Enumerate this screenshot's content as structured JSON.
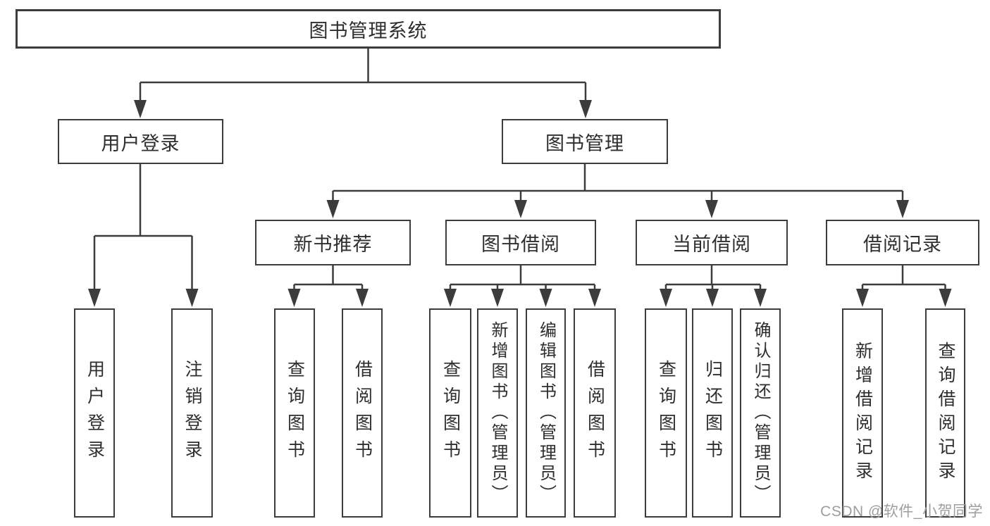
{
  "diagram": {
    "type": "hierarchy-tree",
    "title": "图书管理系统"
  },
  "colors": {
    "line": "#3c3c3c",
    "box_border": "#3c3c3c",
    "text": "#2e2e2e",
    "watermark": "#9e9e9e",
    "background": "#ffffff"
  },
  "nodes": {
    "root": {
      "label": "图书管理系统"
    },
    "level2": {
      "user_login": {
        "label": "用户登录",
        "parent": "root"
      },
      "book_management": {
        "label": "图书管理",
        "parent": "root"
      }
    },
    "level3": {
      "new_book_recommend": {
        "label": "新书推荐",
        "parent": "book_management"
      },
      "book_borrowing": {
        "label": "图书借阅",
        "parent": "book_management"
      },
      "current_borrowing": {
        "label": "当前借阅",
        "parent": "book_management"
      },
      "borrowing_records": {
        "label": "借阅记录",
        "parent": "book_management"
      }
    },
    "leaves": {
      "user_login": {
        "label": "用户登录",
        "parent": "user_login"
      },
      "logout": {
        "label": "注销登录",
        "parent": "user_login"
      },
      "query_books_recommend": {
        "label": "查询图书",
        "parent": "new_book_recommend"
      },
      "borrow_books_recommend": {
        "label": "借阅图书",
        "parent": "new_book_recommend"
      },
      "query_books_borrowing": {
        "label": "查询图书",
        "parent": "book_borrowing"
      },
      "add_books_admin": {
        "label": "新增图书（管理员）",
        "parent": "book_borrowing"
      },
      "edit_books_admin": {
        "label": "编辑图书（管理员）",
        "parent": "book_borrowing"
      },
      "borrow_books_borrowing": {
        "label": "借阅图书",
        "parent": "book_borrowing"
      },
      "query_books_current": {
        "label": "查询图书",
        "parent": "current_borrowing"
      },
      "return_books": {
        "label": "归还图书",
        "parent": "current_borrowing"
      },
      "confirm_return_admin": {
        "label": "确认归还（管理员）",
        "parent": "current_borrowing"
      },
      "add_borrow_record": {
        "label": "新增借阅记录",
        "parent": "borrowing_records"
      },
      "query_borrow_record": {
        "label": "查询借阅记录",
        "parent": "borrowing_records"
      }
    }
  },
  "watermark": {
    "text": "CSDN @软件_小贺同学"
  }
}
